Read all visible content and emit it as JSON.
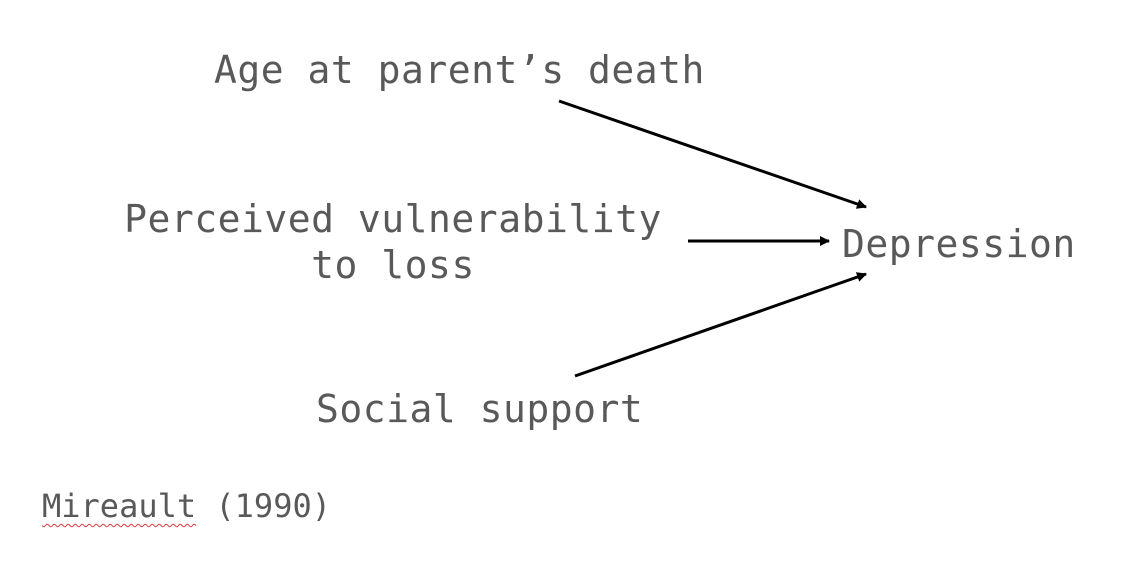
{
  "nodes": {
    "age": "Age at parent’s death",
    "vulnerability_line1": "Perceived vulnerability",
    "vulnerability_line2": "to loss",
    "social": "Social support",
    "depression": "Depression"
  },
  "edges": [
    {
      "from": "Age at parent’s death",
      "to": "Depression"
    },
    {
      "from": "Perceived vulnerability to loss",
      "to": "Depression"
    },
    {
      "from": "Social support",
      "to": "Depression"
    }
  ],
  "citation": {
    "author": "Mireault",
    "year": "(1990)"
  },
  "colors": {
    "text": "#595959",
    "arrow": "#000000",
    "spellcheck_underline": "#d23b3b"
  }
}
